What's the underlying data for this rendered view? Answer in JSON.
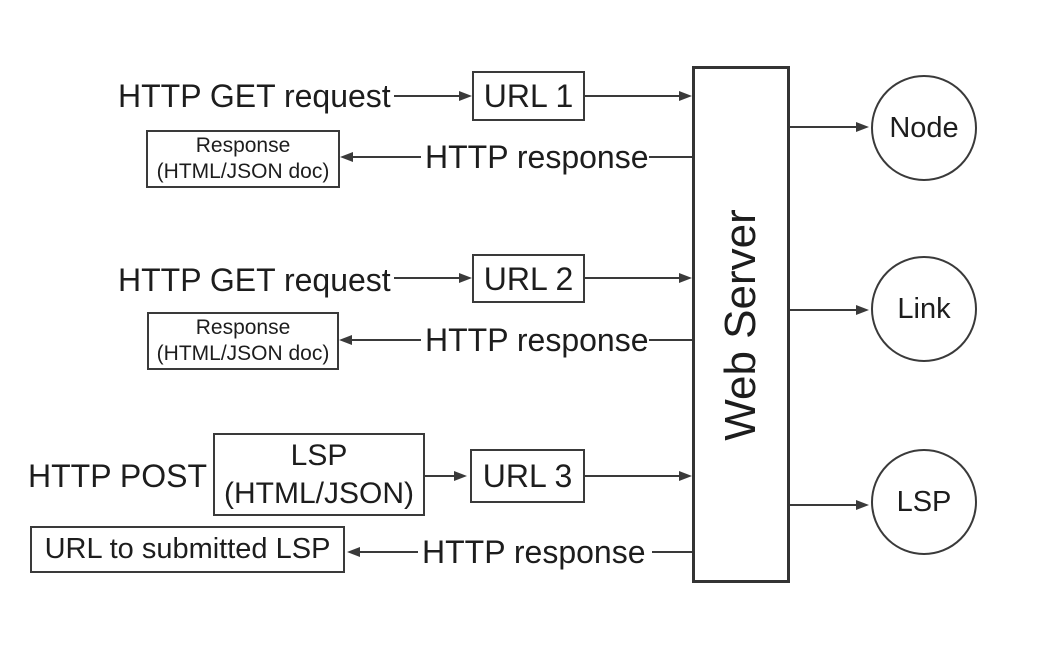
{
  "colors": {
    "line": "#3a3a3a",
    "border": "#343434",
    "text": "#1d1d1d",
    "background": "#ffffff"
  },
  "server": {
    "label": "Web Server"
  },
  "targets": [
    {
      "label": "Node"
    },
    {
      "label": "Link"
    },
    {
      "label": "LSP"
    }
  ],
  "flows": [
    {
      "request_label": "HTTP GET request",
      "url_label": "URL 1",
      "response_label": "HTTP response",
      "response_box": {
        "line1": "Response",
        "line2": "(HTML/JSON doc)"
      }
    },
    {
      "request_label": "HTTP GET request",
      "url_label": "URL 2",
      "response_label": "HTTP response",
      "response_box": {
        "line1": "Response",
        "line2": "(HTML/JSON doc)"
      }
    },
    {
      "request_label": "HTTP POST",
      "payload_box": {
        "line1": "LSP",
        "line2": "(HTML/JSON)"
      },
      "url_label": "URL 3",
      "response_label": "HTTP response",
      "response_box": {
        "line1": "URL to submitted LSP"
      }
    }
  ]
}
